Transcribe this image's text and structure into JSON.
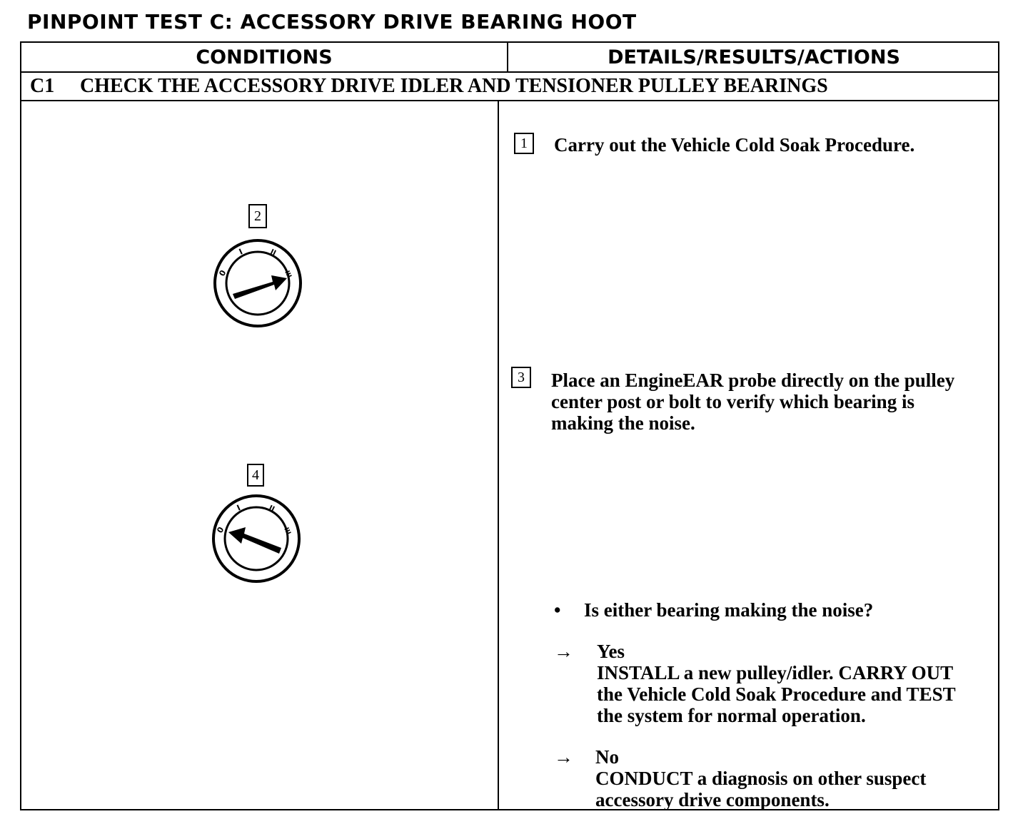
{
  "page": {
    "title": "PINPOINT TEST C: ACCESSORY DRIVE BEARING HOOT"
  },
  "table": {
    "col_conditions": "CONDITIONS",
    "col_details": "DETAILS/RESULTS/ACTIONS",
    "step_code": "C1",
    "step_title": "CHECK THE ACCESSORY DRIVE IDLER AND TENSIONER PULLEY BEARINGS"
  },
  "conditions": {
    "dial_2_label": "2",
    "dial_4_label": "4",
    "dial_letters": [
      "0",
      "I",
      "II",
      "III"
    ],
    "dial_2_pointer": "III",
    "dial_4_pointer": "0"
  },
  "details": {
    "step1_num": "1",
    "step1_text": "Carry out the Vehicle Cold Soak Procedure.",
    "step3_num": "3",
    "step3_line1": "Place an EngineEAR probe directly on the pulley",
    "step3_line2": "center post or bolt to verify which bearing is",
    "step3_line3": "making the noise.",
    "bullet": "•",
    "question": "Is either bearing making the noise?",
    "arrow": "→",
    "yes_label": "Yes",
    "yes_line1": "INSTALL a new pulley/idler. CARRY OUT",
    "yes_line2": "the Vehicle Cold Soak Procedure and TEST",
    "yes_line3": "the system for normal operation.",
    "no_label": "No",
    "no_line1": "CONDUCT a diagnosis on other suspect",
    "no_line2": "accessory drive components."
  }
}
